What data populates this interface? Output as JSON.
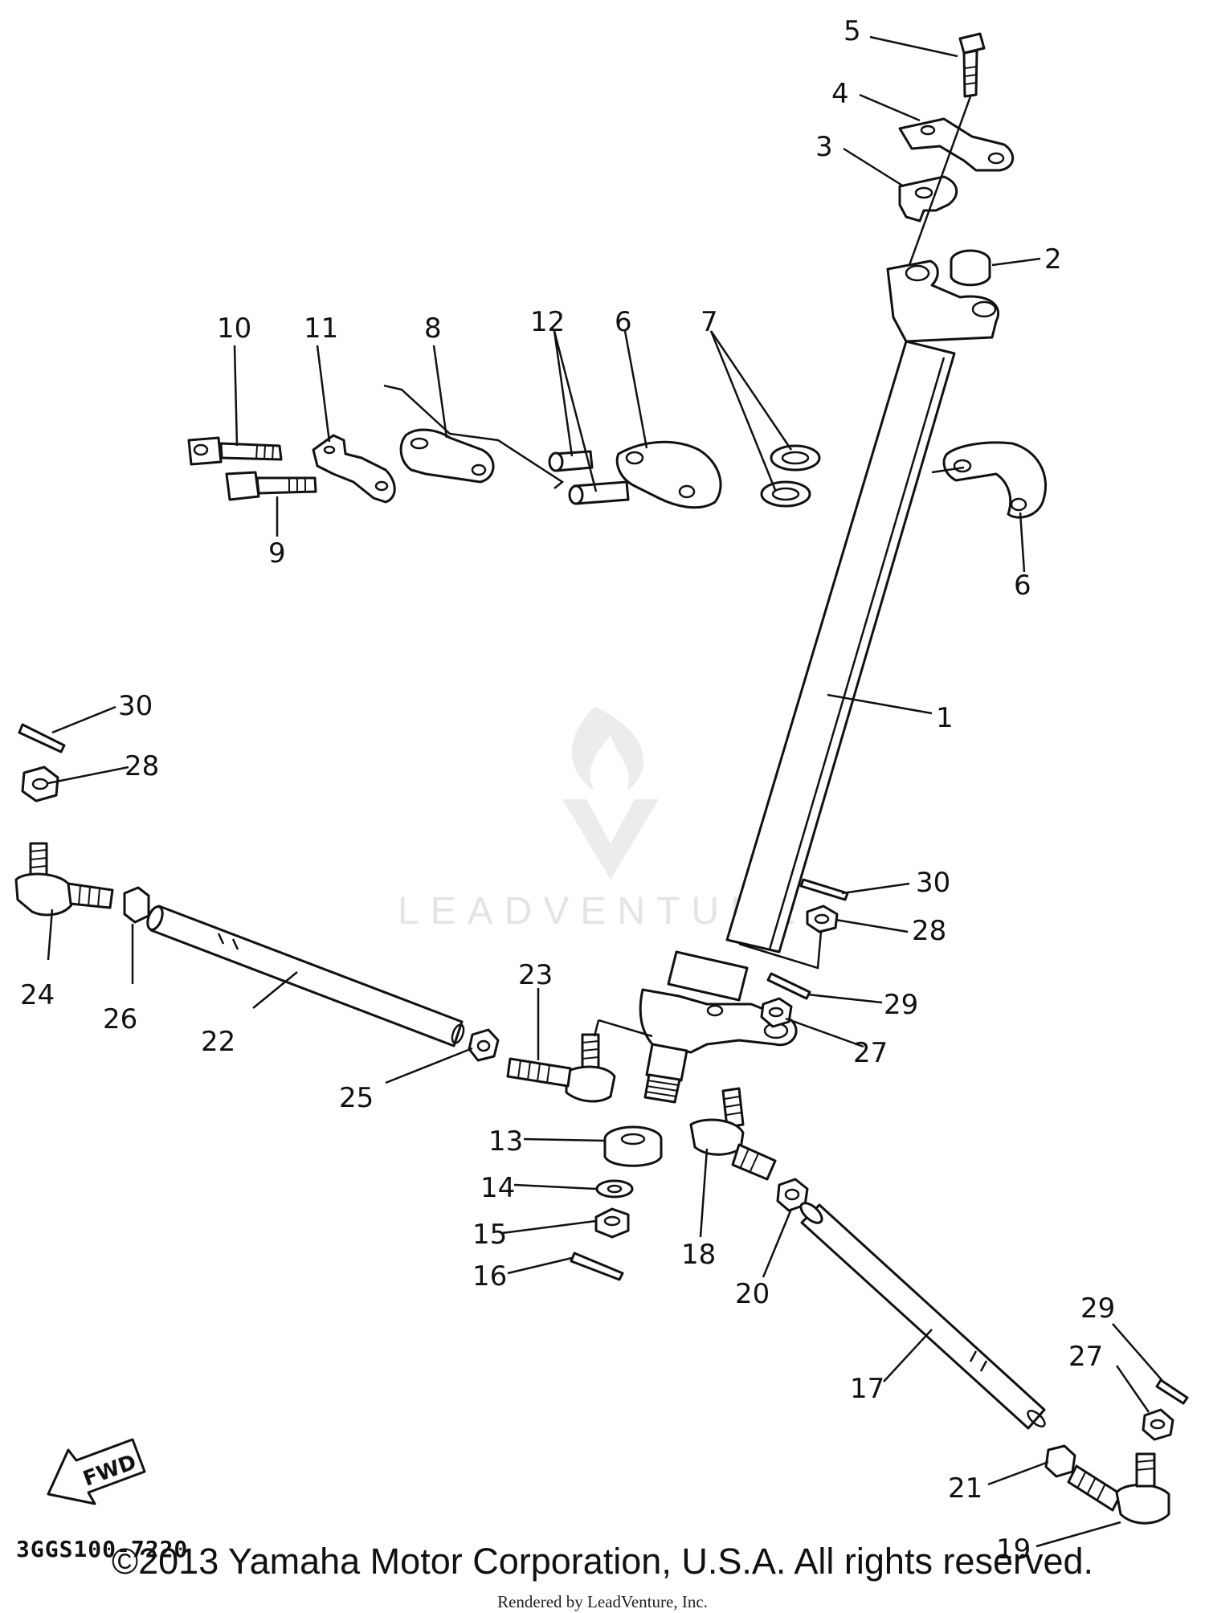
{
  "diagram_code": "3GGS100-7220",
  "fwd_label": "FWD",
  "copyright": "©2013 Yamaha Motor Corporation, U.S.A. All rights reserved.",
  "rendered_by": "Rendered by LeadVenture, Inc.",
  "watermark": "LEADVENTURE",
  "callouts": [
    "1",
    "2",
    "3",
    "4",
    "5",
    "6",
    "6",
    "7",
    "8",
    "9",
    "10",
    "11",
    "12",
    "13",
    "14",
    "15",
    "16",
    "17",
    "18",
    "19",
    "20",
    "21",
    "22",
    "23",
    "24",
    "25",
    "26",
    "27",
    "27",
    "28",
    "28",
    "29",
    "29",
    "30",
    "30"
  ]
}
